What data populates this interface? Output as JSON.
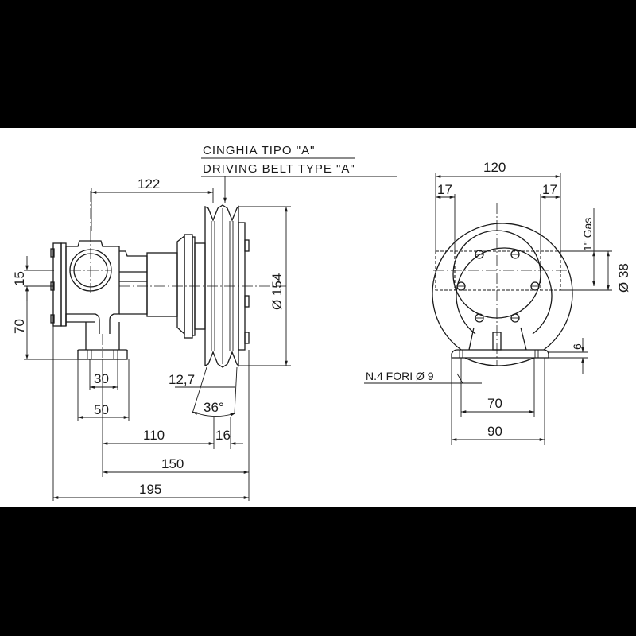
{
  "drawing": {
    "belt_label_it": "CINGHIA TIPO \"A\"",
    "belt_label_en": "DRIVING BELT TYPE \"A\"",
    "colors": {
      "background_band": "#000000",
      "sheet": "#ffffff",
      "line": "#1a1a1a"
    }
  },
  "side_view": {
    "dims": {
      "top_122": "122",
      "pulley_dia": "Ø 154",
      "port_offset_15": "15",
      "height_70": "70",
      "foot_30": "30",
      "foot_50": "50",
      "groove_12_7": "12,7",
      "groove_angle": "36°",
      "d_110": "110",
      "d_16": "16",
      "d_150": "150",
      "d_195": "195"
    }
  },
  "front_view": {
    "dims": {
      "width_120": "120",
      "port_17_left": "17",
      "port_17_right": "17",
      "thread": "1\" Gas",
      "port_dia": "Ø 38",
      "base_thick_6": "6",
      "holes": "N.4 FORI Ø  9",
      "hole_spacing_70": "70",
      "base_width_90": "90"
    }
  }
}
